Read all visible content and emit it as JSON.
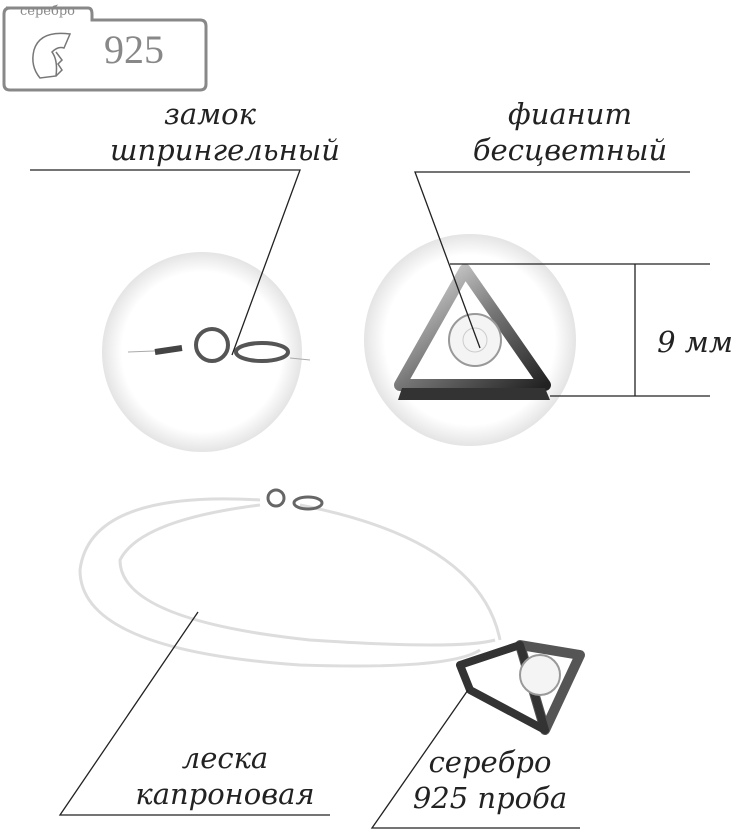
{
  "logo": {
    "metal": "серебро",
    "fineness": "925"
  },
  "labels": {
    "clasp": [
      "замок",
      "шпрингельный"
    ],
    "stone": [
      "фианит",
      "бесцветный"
    ],
    "size": "9 мм",
    "cord": [
      "леска",
      "капроновая"
    ],
    "material": [
      "серебро",
      "925 проба"
    ]
  }
}
